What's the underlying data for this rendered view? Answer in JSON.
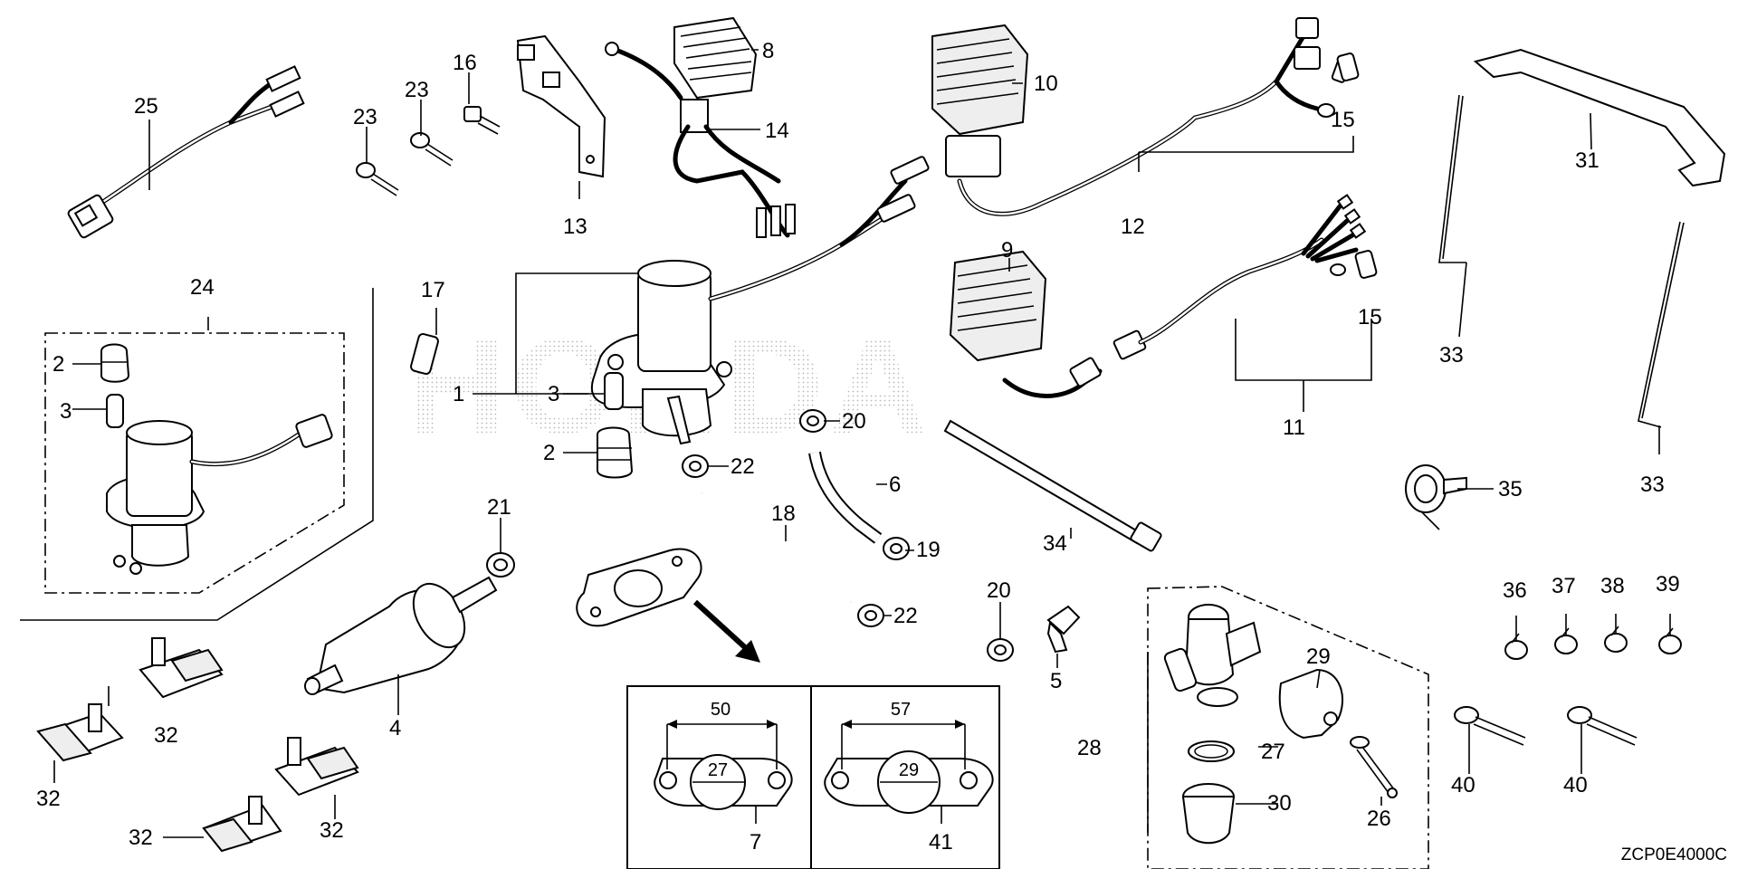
{
  "diagram_code": "ZCP0E4000C",
  "callouts": {
    "c1": "1",
    "c2a": "2",
    "c2b": "2",
    "c3a": "3",
    "c3b": "3",
    "c4": "4",
    "c5": "5",
    "c6": "6",
    "c7": "7",
    "c8": "8",
    "c9": "9",
    "c10": "10",
    "c11": "11",
    "c12": "12",
    "c13": "13",
    "c14": "14",
    "c15a": "15",
    "c15b": "15",
    "c16": "16",
    "c17": "17",
    "c18": "18",
    "c19": "19",
    "c20a": "20",
    "c20b": "20",
    "c21": "21",
    "c22a": "22",
    "c22b": "22",
    "c23a": "23",
    "c23b": "23",
    "c24": "24",
    "c25": "25",
    "c26": "26",
    "c27": "27",
    "c28": "28",
    "c29": "29",
    "c30": "30",
    "c31": "31",
    "c32a": "32",
    "c32b": "32",
    "c32c": "32",
    "c32d": "32",
    "c33a": "33",
    "c33b": "33",
    "c34": "34",
    "c35": "35",
    "c36": "36",
    "c37": "37",
    "c38": "38",
    "c39": "39",
    "c40a": "40",
    "c40b": "40",
    "c41": "41"
  },
  "gasket_detail": {
    "left": {
      "span": "50",
      "bore": "27",
      "part": "7"
    },
    "right": {
      "span": "57",
      "bore": "29",
      "part": "41"
    }
  },
  "watermark": "HONDA"
}
